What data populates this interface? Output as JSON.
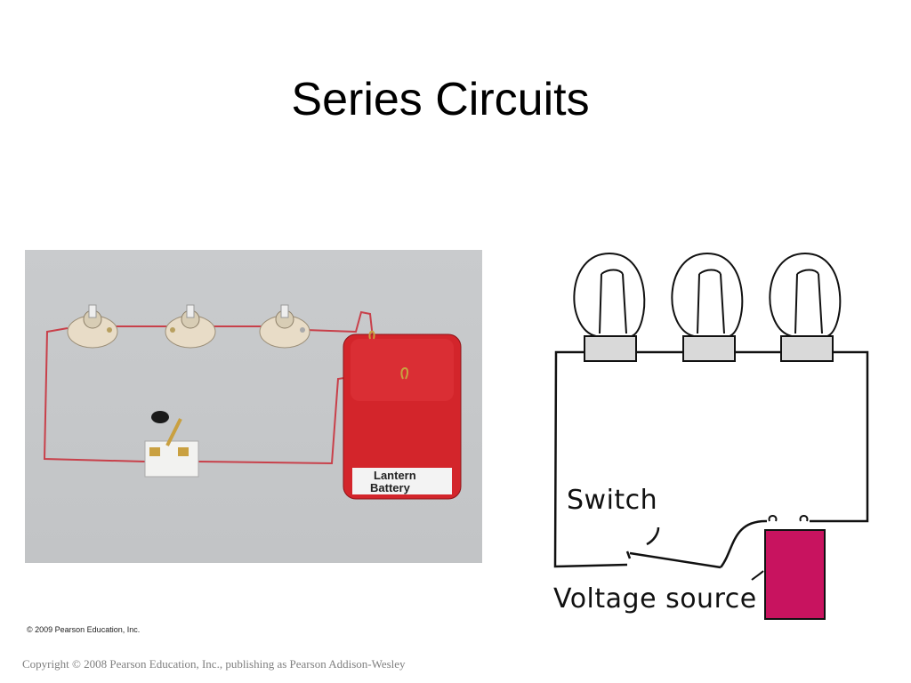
{
  "slide": {
    "title": "Series Circuits",
    "photo_credit": "© 2009 Pearson Education, Inc.",
    "copyright": "Copyright © 2008 Pearson Education, Inc., publishing as Pearson Addison-Wesley"
  },
  "photo": {
    "battery_label_line1": "Lantern",
    "battery_label_line2": "Battery",
    "battery_color": "#d3252b",
    "wire_color": "#c8404a"
  },
  "diagram": {
    "switch_label": "Switch",
    "voltage_label": "Voltage source",
    "source_color": "#c8135f"
  }
}
